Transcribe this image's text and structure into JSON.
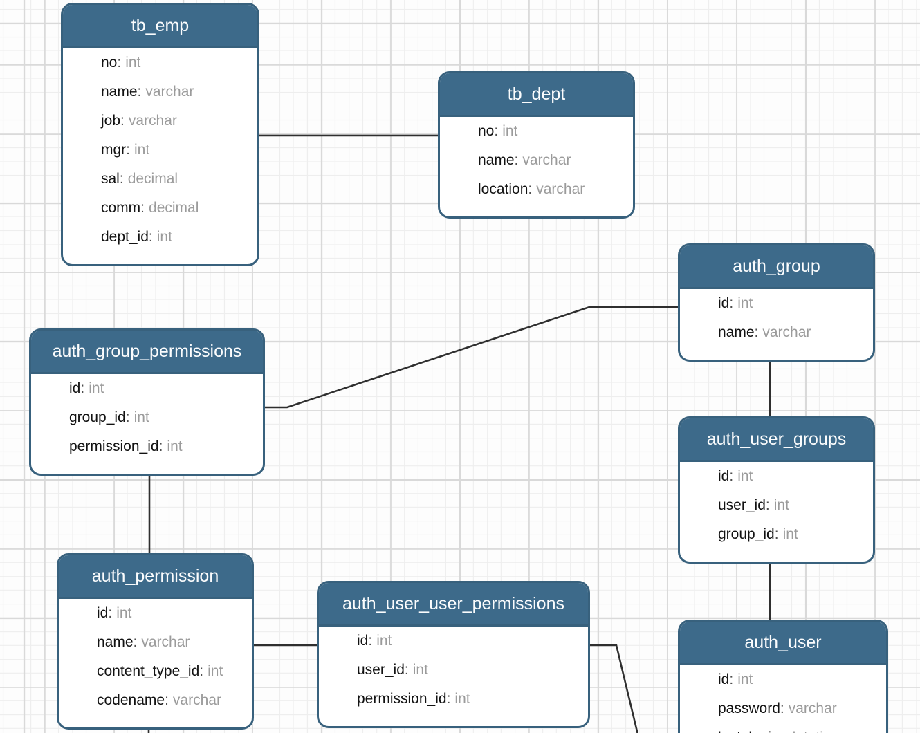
{
  "ui": {
    "separator": ":"
  },
  "colors": {
    "table_header_bg": "#3d6a8a",
    "table_border": "#38617d",
    "table_body_bg": "#ffffff",
    "title_text": "#fbfcfd",
    "field_name_text": "#121212",
    "field_type_text": "#9b9b9b",
    "relationship_line": "#2f2f2f",
    "grid_minor_line": "#eeeeee",
    "grid_major_line": "#d9d9d9",
    "canvas_bg": "#fdfdfd"
  },
  "tables": [
    {
      "title": "tb_emp",
      "fields": [
        {
          "name": "no",
          "type": "int"
        },
        {
          "name": "name",
          "type": "varchar"
        },
        {
          "name": "job",
          "type": "varchar"
        },
        {
          "name": "mgr",
          "type": "int"
        },
        {
          "name": "sal",
          "type": "decimal"
        },
        {
          "name": "comm",
          "type": "decimal"
        },
        {
          "name": "dept_id",
          "type": "int"
        }
      ]
    },
    {
      "title": "tb_dept",
      "fields": [
        {
          "name": "no",
          "type": "int"
        },
        {
          "name": "name",
          "type": "varchar"
        },
        {
          "name": "location",
          "type": "varchar"
        }
      ]
    },
    {
      "title": "auth_group",
      "fields": [
        {
          "name": "id",
          "type": "int"
        },
        {
          "name": "name",
          "type": "varchar"
        }
      ]
    },
    {
      "title": "auth_group_permissions",
      "fields": [
        {
          "name": "id",
          "type": "int"
        },
        {
          "name": "group_id",
          "type": "int"
        },
        {
          "name": "permission_id",
          "type": "int"
        }
      ]
    },
    {
      "title": "auth_user_groups",
      "fields": [
        {
          "name": "id",
          "type": "int"
        },
        {
          "name": "user_id",
          "type": "int"
        },
        {
          "name": "group_id",
          "type": "int"
        }
      ]
    },
    {
      "title": "auth_permission",
      "fields": [
        {
          "name": "id",
          "type": "int"
        },
        {
          "name": "name",
          "type": "varchar"
        },
        {
          "name": "content_type_id",
          "type": "int"
        },
        {
          "name": "codename",
          "type": "varchar"
        }
      ]
    },
    {
      "title": "auth_user_user_permissions",
      "fields": [
        {
          "name": "id",
          "type": "int"
        },
        {
          "name": "user_id",
          "type": "int"
        },
        {
          "name": "permission_id",
          "type": "int"
        }
      ]
    },
    {
      "title": "auth_user",
      "fields": [
        {
          "name": "id",
          "type": "int"
        },
        {
          "name": "password",
          "type": "varchar"
        },
        {
          "name": "last_login",
          "type": "datetime"
        }
      ]
    }
  ],
  "relationships": [
    {
      "from": "tb_emp",
      "to": "tb_dept"
    },
    {
      "from": "auth_group_permissions",
      "to": "auth_group"
    },
    {
      "from": "auth_group",
      "to": "auth_user_groups"
    },
    {
      "from": "auth_user_groups",
      "to": "auth_user"
    },
    {
      "from": "auth_group_permissions",
      "to": "auth_permission"
    },
    {
      "from": "auth_permission",
      "to": "auth_user_user_permissions"
    },
    {
      "from": "auth_user_user_permissions",
      "to": "off-canvas-bottom"
    },
    {
      "from": "auth_permission",
      "to": "off-canvas-bottom"
    }
  ]
}
